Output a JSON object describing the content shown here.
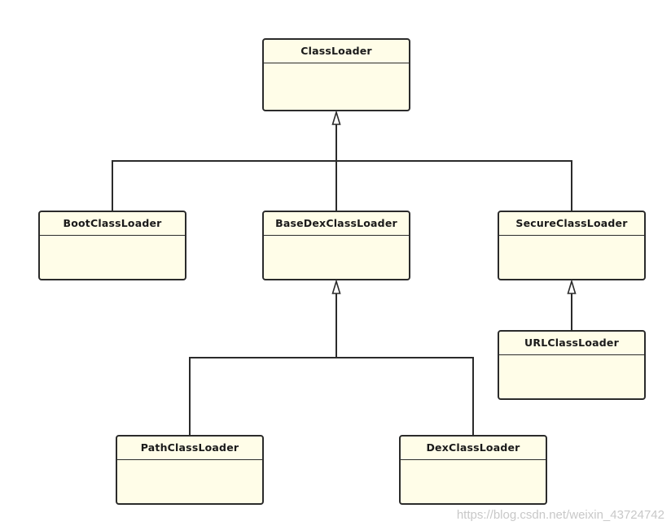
{
  "diagram": {
    "classes": [
      {
        "id": "classloader",
        "name": "ClassLoader"
      },
      {
        "id": "bootclassloader",
        "name": "BootClassLoader"
      },
      {
        "id": "basedexclassloader",
        "name": "BaseDexClassLoader"
      },
      {
        "id": "secureclassloader",
        "name": "SecureClassLoader"
      },
      {
        "id": "urlclassloader",
        "name": "URLClassLoader"
      },
      {
        "id": "pathclassloader",
        "name": "PathClassLoader"
      },
      {
        "id": "dexclassloader",
        "name": "DexClassLoader"
      }
    ],
    "inheritance": [
      {
        "child": "BootClassLoader",
        "parent": "ClassLoader"
      },
      {
        "child": "BaseDexClassLoader",
        "parent": "ClassLoader"
      },
      {
        "child": "SecureClassLoader",
        "parent": "ClassLoader"
      },
      {
        "child": "URLClassLoader",
        "parent": "SecureClassLoader"
      },
      {
        "child": "PathClassLoader",
        "parent": "BaseDexClassLoader"
      },
      {
        "child": "DexClassLoader",
        "parent": "BaseDexClassLoader"
      }
    ],
    "colors": {
      "box_fill": "#fffde8",
      "stroke": "#2b2b2b",
      "watermark": "#c8c8c8"
    }
  },
  "watermark": "https://blog.csdn.net/weixin_43724742"
}
